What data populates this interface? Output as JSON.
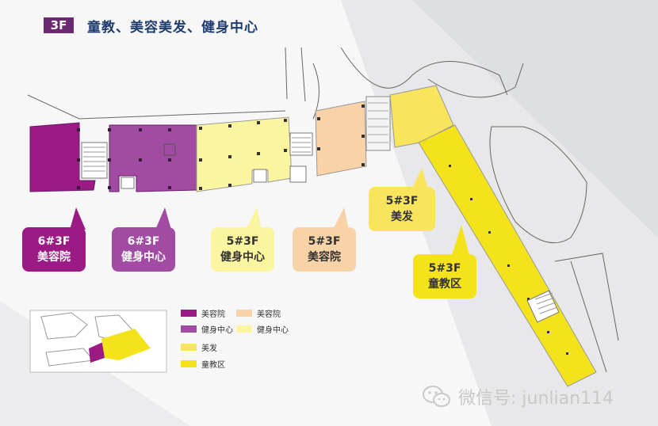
{
  "header": {
    "floor_badge": "3F",
    "title": "童教、美容美发、健身中心"
  },
  "colors": {
    "beauty_6": "#9b1a84",
    "fitness_6": "#a14ba3",
    "beauty_5": "#f9d3a8",
    "fitness_5": "#fbf5a0",
    "hair_5": "#f9e55c",
    "kids_5": "#f4e31b"
  },
  "callouts": [
    {
      "id": "6-beauty",
      "building": "6#3F",
      "label": "美容院"
    },
    {
      "id": "6-fitness",
      "building": "6#3F",
      "label": "健身中心"
    },
    {
      "id": "5-fitness",
      "building": "5#3F",
      "label": "健身中心"
    },
    {
      "id": "5-beauty",
      "building": "5#3F",
      "label": "美容院"
    },
    {
      "id": "5-hair",
      "building": "5#3F",
      "label": "美发"
    },
    {
      "id": "5-kids",
      "building": "5#3F",
      "label": "童教区"
    }
  ],
  "legend": [
    {
      "label": "美容院",
      "color": "#9b1a84"
    },
    {
      "label": "美容院",
      "color": "#f9d3a8"
    },
    {
      "label": "健身中心",
      "color": "#a14ba3"
    },
    {
      "label": "健身中心",
      "color": "#fbf5a0"
    },
    {
      "label": "美发",
      "color": "#f9e55c"
    },
    {
      "label": "童教区",
      "color": "#f4e31b"
    }
  ],
  "watermark": {
    "text": "微信号: junlian114",
    "icon": "wechat-icon"
  }
}
